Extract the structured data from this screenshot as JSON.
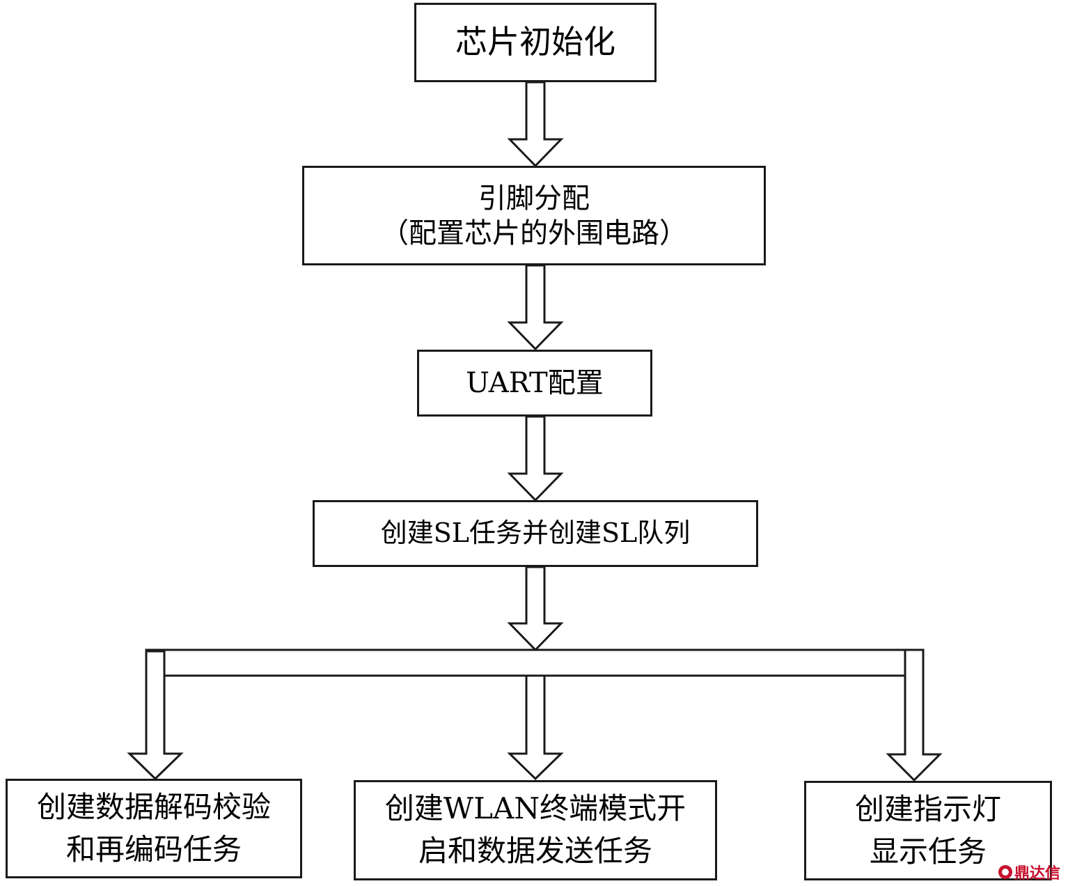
{
  "nodes": {
    "chip_init": {
      "lines": [
        "芯片初始化"
      ]
    },
    "pin_assign": {
      "lines": [
        "引脚分配",
        "（配置芯片的外围电路）"
      ]
    },
    "uart": {
      "lines": [
        "UART配置"
      ]
    },
    "sl_task": {
      "lines": [
        "创建SL任务并创建SL队列"
      ]
    },
    "decode_task": {
      "lines": [
        "创建数据解码校验",
        "和再编码任务"
      ]
    },
    "wlan_task": {
      "lines": [
        "创建WLAN终端模式开",
        "启和数据发送任务"
      ]
    },
    "led_task": {
      "lines": [
        "创建指示灯",
        "显示任务"
      ]
    }
  },
  "watermark": {
    "text": "鼎达信"
  },
  "colors": {
    "stroke": "#1a1a1a",
    "background": "#ffffff",
    "watermark": "#c8102e"
  }
}
